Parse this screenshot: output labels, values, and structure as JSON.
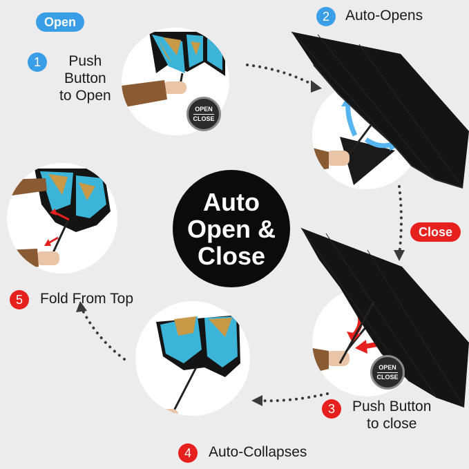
{
  "center": {
    "line1": "Auto",
    "line2": "Open &",
    "line3": "Close"
  },
  "labels": {
    "open": "Open",
    "close": "Close"
  },
  "steps": [
    {
      "number": "1",
      "text": "Push\nButton\nto Open"
    },
    {
      "number": "2",
      "text": "Auto-Opens"
    },
    {
      "number": "3",
      "text": "Push Button\nto close"
    },
    {
      "number": "4",
      "text": "Auto-Collapses"
    },
    {
      "number": "5",
      "text": "Fold From Top"
    }
  ],
  "button_badge": {
    "top": "OPEN",
    "bottom": "CLOSE"
  },
  "colors": {
    "blue_accent": "#3a9ee6",
    "red_accent": "#e6201d",
    "canopy_black": "#141414",
    "canopy_blue": "#3cb4d8",
    "canopy_gold": "#c89a48",
    "sleeve_brown": "#8a5a32"
  },
  "icons": [
    "dotted-arrow-icon",
    "curved-arrow-icon",
    "umbrella-illustration"
  ]
}
